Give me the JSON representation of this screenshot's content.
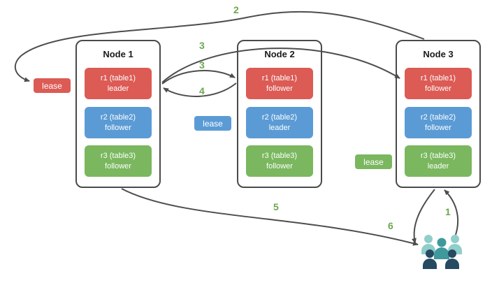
{
  "nodes": [
    {
      "title": "Node 1",
      "replicas": [
        {
          "name": "r1 (table1)",
          "role": "leader",
          "color": "#dc5b55"
        },
        {
          "name": "r2 (table2)",
          "role": "follower",
          "color": "#5b9bd5"
        },
        {
          "name": "r3 (table3)",
          "role": "follower",
          "color": "#7ab75e"
        }
      ]
    },
    {
      "title": "Node 2",
      "replicas": [
        {
          "name": "r1 (table1)",
          "role": "follower",
          "color": "#dc5b55"
        },
        {
          "name": "r2 (table2)",
          "role": "leader",
          "color": "#5b9bd5"
        },
        {
          "name": "r3 (table3)",
          "role": "follower",
          "color": "#7ab75e"
        }
      ]
    },
    {
      "title": "Node 3",
      "replicas": [
        {
          "name": "r1 (table1)",
          "role": "follower",
          "color": "#dc5b55"
        },
        {
          "name": "r2 (table2)",
          "role": "follower",
          "color": "#5b9bd5"
        },
        {
          "name": "r3 (table3)",
          "role": "leader",
          "color": "#7ab75e"
        }
      ]
    }
  ],
  "leases": [
    {
      "label": "lease",
      "color": "#dc5b55"
    },
    {
      "label": "lease",
      "color": "#5b9bd5"
    },
    {
      "label": "lease",
      "color": "#7ab75e"
    }
  ],
  "steps": {
    "s1": "1",
    "s2": "2",
    "s3a": "3",
    "s3b": "3",
    "s4": "4",
    "s5": "5",
    "s6": "6"
  },
  "colors": {
    "arrow": "#4d4d4d",
    "step_label": "#6aa84f",
    "node_border": "#4a4a4a",
    "clients_light": "#8fceca",
    "clients_medium": "#3f999c",
    "clients_dark": "#254a61"
  }
}
